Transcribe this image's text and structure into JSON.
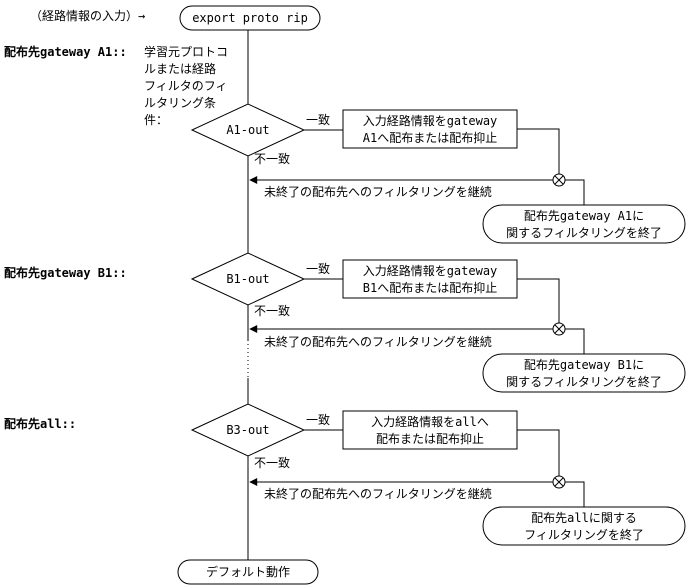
{
  "header": {
    "input_label": "（経路情報の入力）→",
    "start_node": "export proto rip"
  },
  "sections": [
    {
      "label": "配布先gateway A1::",
      "note": [
        "学習元プロトコ",
        "ルまたは経路",
        "フィルタのフィ",
        "ルタリング条",
        "件："
      ],
      "decision": "A1-out",
      "yes": "一致",
      "no": "不一致",
      "action": [
        "入力経路情報をgateway",
        "A1へ配布または配布抑止"
      ],
      "continue": "未終了の配布先へのフィルタリングを継続",
      "end": [
        "配布先gateway A1に",
        "関するフィルタリングを終了"
      ]
    },
    {
      "label": "配布先gateway B1::",
      "note": [],
      "decision": "B1-out",
      "yes": "一致",
      "no": "不一致",
      "action": [
        "入力経路情報をgateway",
        "B1へ配布または配布抑止"
      ],
      "continue": "未終了の配布先へのフィルタリングを継続",
      "end": [
        "配布先gateway B1に",
        "関するフィルタリングを終了"
      ]
    },
    {
      "label": "配布先all::",
      "note": [],
      "decision": "B3-out",
      "yes": "一致",
      "no": "不一致",
      "action": [
        "入力経路情報をallへ",
        "配布または配布抑止"
      ],
      "continue": "未終了の配布先へのフィルタリングを継続",
      "end": [
        "配布先allに関する",
        "フィルタリングを終了"
      ]
    }
  ],
  "footer": {
    "end_node": "デフォルト動作"
  }
}
